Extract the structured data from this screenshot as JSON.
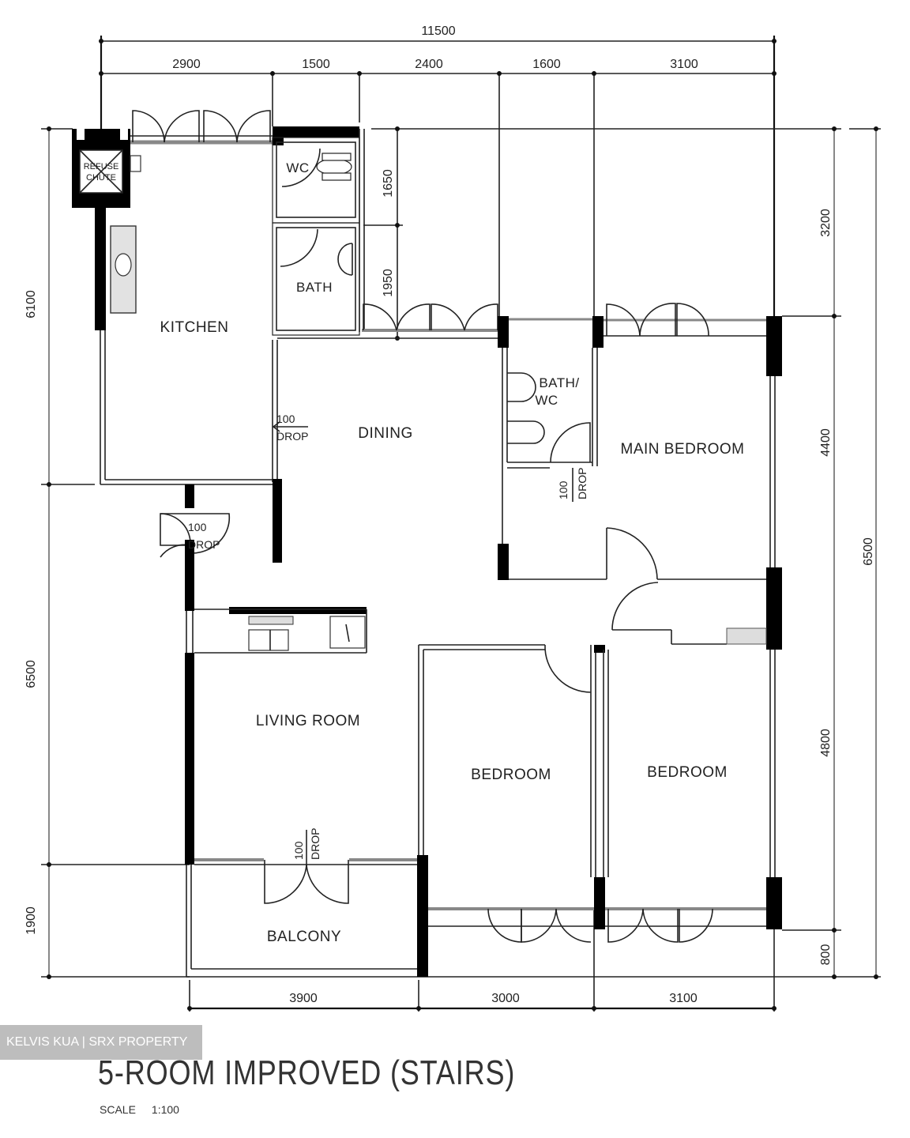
{
  "title": "5-ROOM IMPROVED (STAIRS)",
  "scale": {
    "label": "SCALE",
    "value": "1:100"
  },
  "watermark": "KELVIS KUA | SRX PROPERTY",
  "dimensions": {
    "top_total": "11500",
    "top_segments": [
      "2900",
      "1500",
      "2400",
      "1600",
      "3100"
    ],
    "left_segments": [
      "6100",
      "6500",
      "1900"
    ],
    "right_segments": [
      "3200",
      "4400",
      "4800",
      "800"
    ],
    "right_middle": "4800",
    "right_total": "6500",
    "wc_bath_segments": [
      "1650",
      "1950"
    ],
    "bottom_segments": [
      "3900",
      "3000",
      "3100"
    ]
  },
  "rooms": {
    "refuse_chute_line1": "REFUSE",
    "refuse_chute_line2": "CHUTE",
    "wc": "WC",
    "bath": "BATH",
    "kitchen": "KITCHEN",
    "dining": "DINING",
    "bath_wc_line1": "BATH/",
    "bath_wc_line2": "WC",
    "main_bedroom": "MAIN  BEDROOM",
    "living_room": "LIVING  ROOM",
    "bedroom_1": "BEDROOM",
    "bedroom_2": "BEDROOM",
    "balcony": "BALCONY"
  },
  "annotations": {
    "drop_value": "100",
    "drop_label": "DROP"
  }
}
